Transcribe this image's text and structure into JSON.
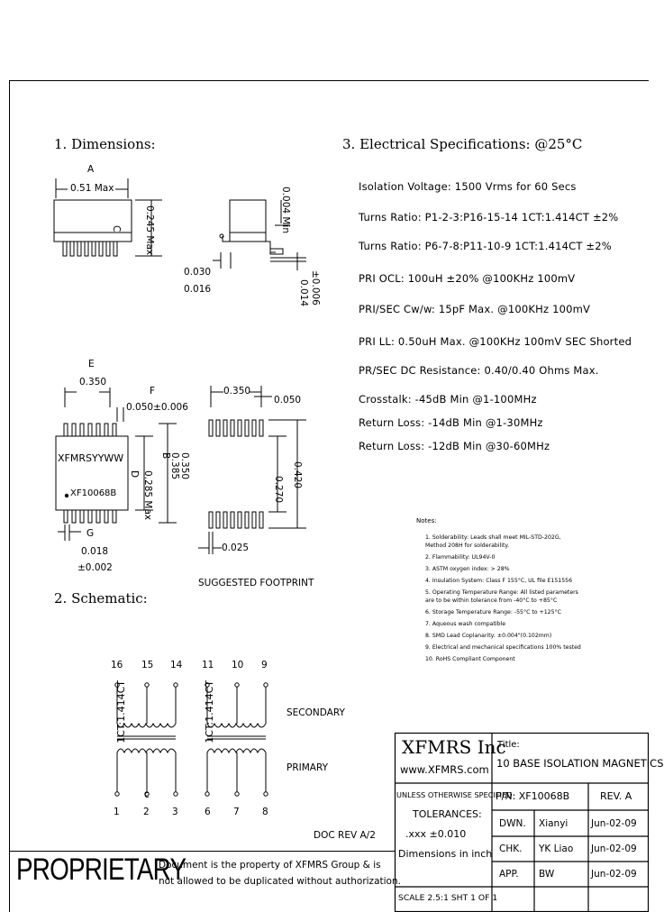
{
  "sections": {
    "dimensions": "1. Dimensions:",
    "electrical": "3. Electrical   Specifications: @25°C",
    "schematic": "2. Schematic:"
  },
  "dims": {
    "a_label": "A",
    "a_value": "0.51 Max",
    "c_label": "C",
    "c_value": "0.245 Max",
    "min_value": "0.004 Min",
    "lead_a": "0.030",
    "lead_b": "0.016",
    "lead_c": "0.014",
    "lead_d": "±0.006",
    "e_label": "E",
    "e_value": "0.350",
    "f_label": "F",
    "f_value": "0.050±0.006",
    "chip_mark": "XFMRSYYWW",
    "chip_part": "XF10068B",
    "d_label": "D",
    "d_value": "0.285 Max",
    "b_label": "B",
    "b_value": "0.385",
    "b_value2": "0.350",
    "g_label": "G",
    "g_value": "0.018",
    "g_tol": "±0.002",
    "fp_width": "0.350",
    "fp_pitch": "0.050",
    "fp_inner": "0.270",
    "fp_outer": "0.420",
    "fp_pad": "0.025",
    "footprint_caption": "SUGGESTED FOOTPRINT"
  },
  "electrical_specs": [
    "Isolation Voltage:  1500 Vrms for 60 Secs",
    "Turns Ratio: P1-2-3:P16-15-14  1CT:1.414CT ±2%",
    "Turns Ratio: P6-7-8:P11-10-9  1CT:1.414CT ±2%",
    "PRI OCL: 100uH ±20% @100KHz 100mV",
    "PRI/SEC Cw/w: 15pF Max. @100KHz 100mV",
    "PRI LL: 0.50uH Max. @100KHz 100mV SEC Shorted",
    "PR/SEC DC Resistance: 0.40/0.40 Ohms Max.",
    "Crosstalk: -45dB Min @1-100MHz",
    "Return Loss: -14dB Min @1-30MHz",
    "Return Loss: -12dB Min @30-60MHz"
  ],
  "notes": {
    "title": "Notes:",
    "items": [
      "1. Solderability: Leads shall meet MIL-STD-202G,",
      "    Method 208H for solderability.",
      "2. Flammability: UL94V-0",
      "3. ASTM oxygen index: > 28%",
      "4. Insulation System: Class F 155°C, UL file E151556",
      "5. Operating Temperature Range: All listed parameters",
      "    are to be within tolerance from -40°C to +85°C",
      "6. Storage Temperature Range: -55°C to +125°C",
      "7. Aqueous wash compatible",
      "8. SMD Lead Coplanarity: ±0.004\"(0.102mm)",
      "9. Electrical and mechanical specifications 100% tested",
      "10. RoHS Compliant Component"
    ]
  },
  "schematic": {
    "top_pins_left": [
      "16",
      "15",
      "14"
    ],
    "top_pins_right": [
      "11",
      "10",
      "9"
    ],
    "bottom_pins_left": [
      "1",
      "2",
      "3"
    ],
    "bottom_pins_right": [
      "6",
      "7",
      "8"
    ],
    "ratio_left": "1CT:1.414CT",
    "ratio_right": "1CT:1.414CT",
    "center_mark": "c",
    "secondary": "SECONDARY",
    "primary": "PRIMARY"
  },
  "doc_rev": "DOC REV A/2",
  "title_block": {
    "company": "XFMRS Inc",
    "website": "www.XFMRS.com",
    "title_label": "Title:",
    "title_value": "10 BASE ISOLATION MAGNETICS",
    "unless": "UNLESS OTHERWISE SPECIFIED",
    "pn": "P/N: XF10068B",
    "rev": "REV. A",
    "tolerances": "TOLERANCES:",
    "tol_value": ".xxx ±0.010",
    "dims_inch": "Dimensions in inch",
    "scale": "SCALE 2.5:1 SHT 1 OF 1",
    "dwn_label": "DWN.",
    "dwn_name": "Xianyi",
    "dwn_date": "Jun-02-09",
    "chk_label": "CHK.",
    "chk_name": "YK Liao",
    "chk_date": "Jun-02-09",
    "app_label": "APP.",
    "app_name": "BW",
    "app_date": "Jun-02-09"
  },
  "proprietary": {
    "label": "PROPRIETARY",
    "line1": "Document is the property of XFMRS Group & is",
    "line2": "not allowed to be duplicated without authorization."
  }
}
